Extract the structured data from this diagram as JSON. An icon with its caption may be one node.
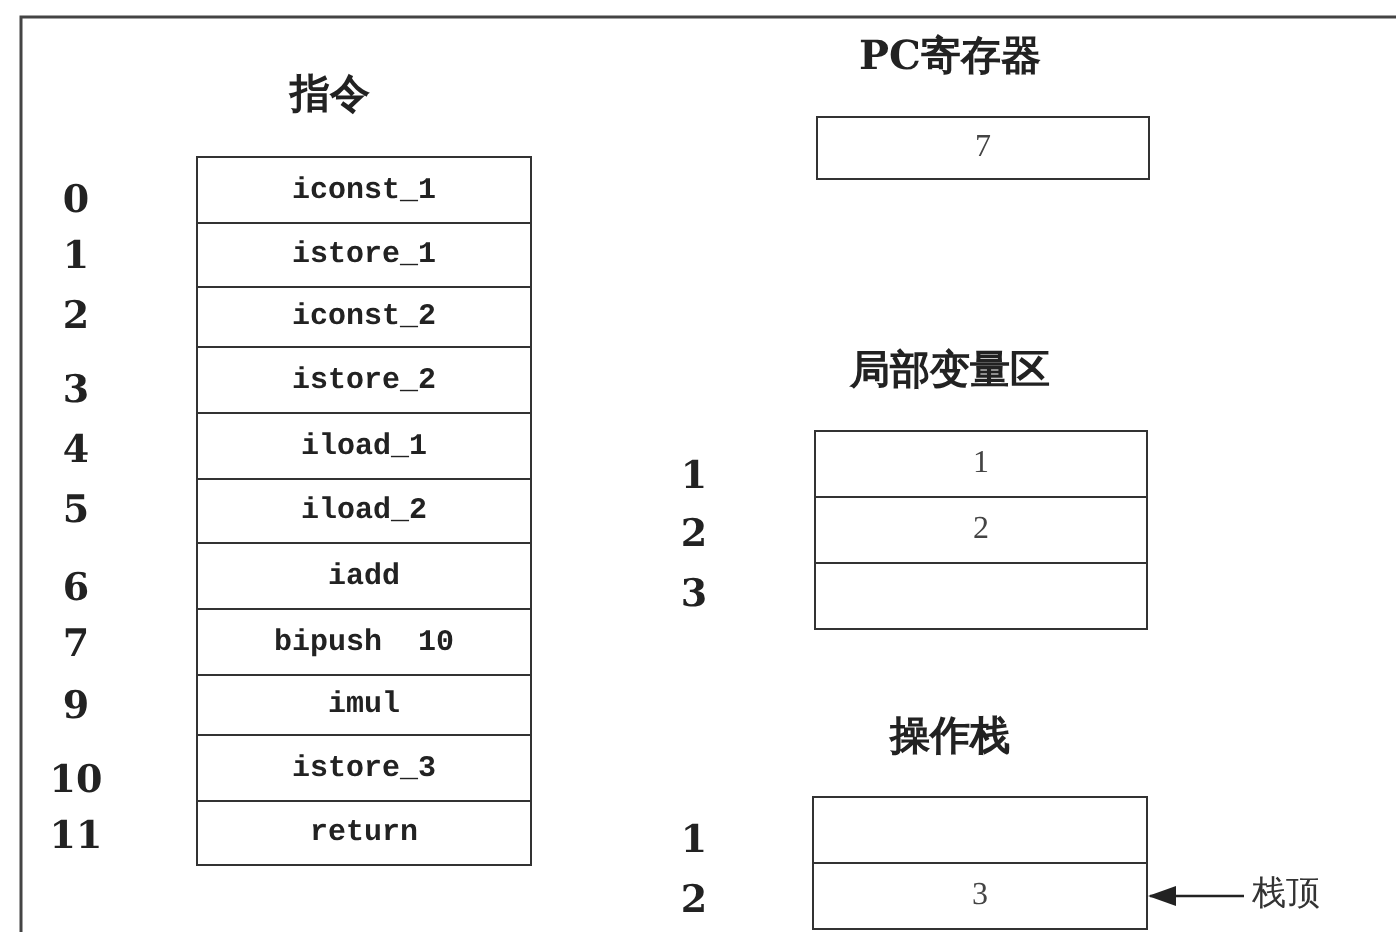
{
  "diagram": {
    "nodes": [
      {
        "text": [
          "iconst_1"
        ],
        "beside": [
          "0"
        ]
      },
      {
        "text": [
          "istore_1"
        ],
        "beside": [
          "1"
        ]
      },
      {
        "text": [
          "iconst_2"
        ],
        "beside": [
          "2"
        ]
      },
      {
        "text": [
          "istore_2"
        ],
        "beside": [
          "3"
        ]
      },
      {
        "text": [
          "iload_1"
        ],
        "beside": [
          "4"
        ]
      },
      {
        "text": [
          "iload_2"
        ],
        "beside": [
          "5"
        ]
      },
      {
        "text": [
          "iadd"
        ],
        "beside": [
          "6"
        ]
      },
      {
        "text": [
          "bipush  10"
        ],
        "beside": [
          "7"
        ]
      },
      {
        "text": [
          "imul"
        ],
        "beside": [
          "9"
        ]
      },
      {
        "text": [
          "istore_3"
        ],
        "beside": [
          "10"
        ]
      },
      {
        "text": [
          "return"
        ],
        "beside": [
          "11"
        ]
      },
      {
        "text": [
          "7"
        ]
      },
      {
        "text": [
          "1"
        ],
        "beside": [
          "1"
        ]
      },
      {
        "text": [
          "2"
        ],
        "beside": [
          "2"
        ]
      },
      {
        "text": [],
        "shape": "box",
        "beside": [
          "3"
        ]
      },
      {
        "text": [],
        "shape": "box",
        "beside": [
          "1"
        ]
      },
      {
        "text": [
          "3"
        ],
        "beside": [
          "2"
        ]
      },
      {
        "text": [
          "栈顶"
        ]
      }
    ],
    "edges": [
      {
        "from": 17,
        "to": 16,
        "arrow": "to"
      }
    ],
    "labels": [
      "指令",
      "PC寄存器",
      "局部变量区",
      "操作栈"
    ]
  }
}
